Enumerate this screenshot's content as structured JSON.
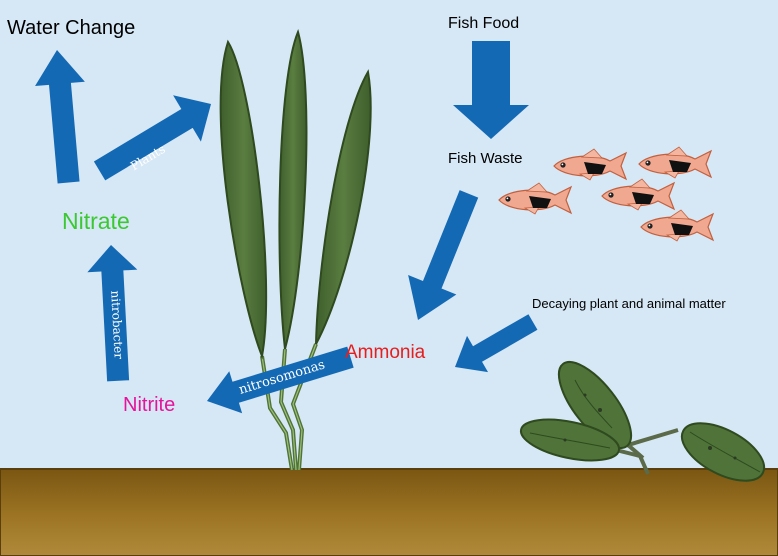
{
  "labels": {
    "water_change": "Water Change",
    "fish_food": "Fish Food",
    "fish_waste": "Fish Waste",
    "nitrate": "Nitrate",
    "nitrite": "Nitrite",
    "ammonia": "Ammonia",
    "decaying": "Decaying plant and animal matter"
  },
  "arrow_labels": {
    "plants": "Plants",
    "nitrobacter": "nitrobacter",
    "nitrosomonas": "nitrosomonas"
  },
  "colors": {
    "background": "#d6e7f5",
    "arrow": "#1469b4",
    "soil": "#8b6518",
    "plant": "#4f7338",
    "nitrate": "#3cc832",
    "nitrite": "#e6149a",
    "ammonia": "#e61e1e",
    "fish": "#f0a890"
  },
  "icons": {
    "plant": "tall-aquatic-plant-icon",
    "decaying_plant": "decaying-plant-icon",
    "fish": "rasbora-fish-icon"
  }
}
